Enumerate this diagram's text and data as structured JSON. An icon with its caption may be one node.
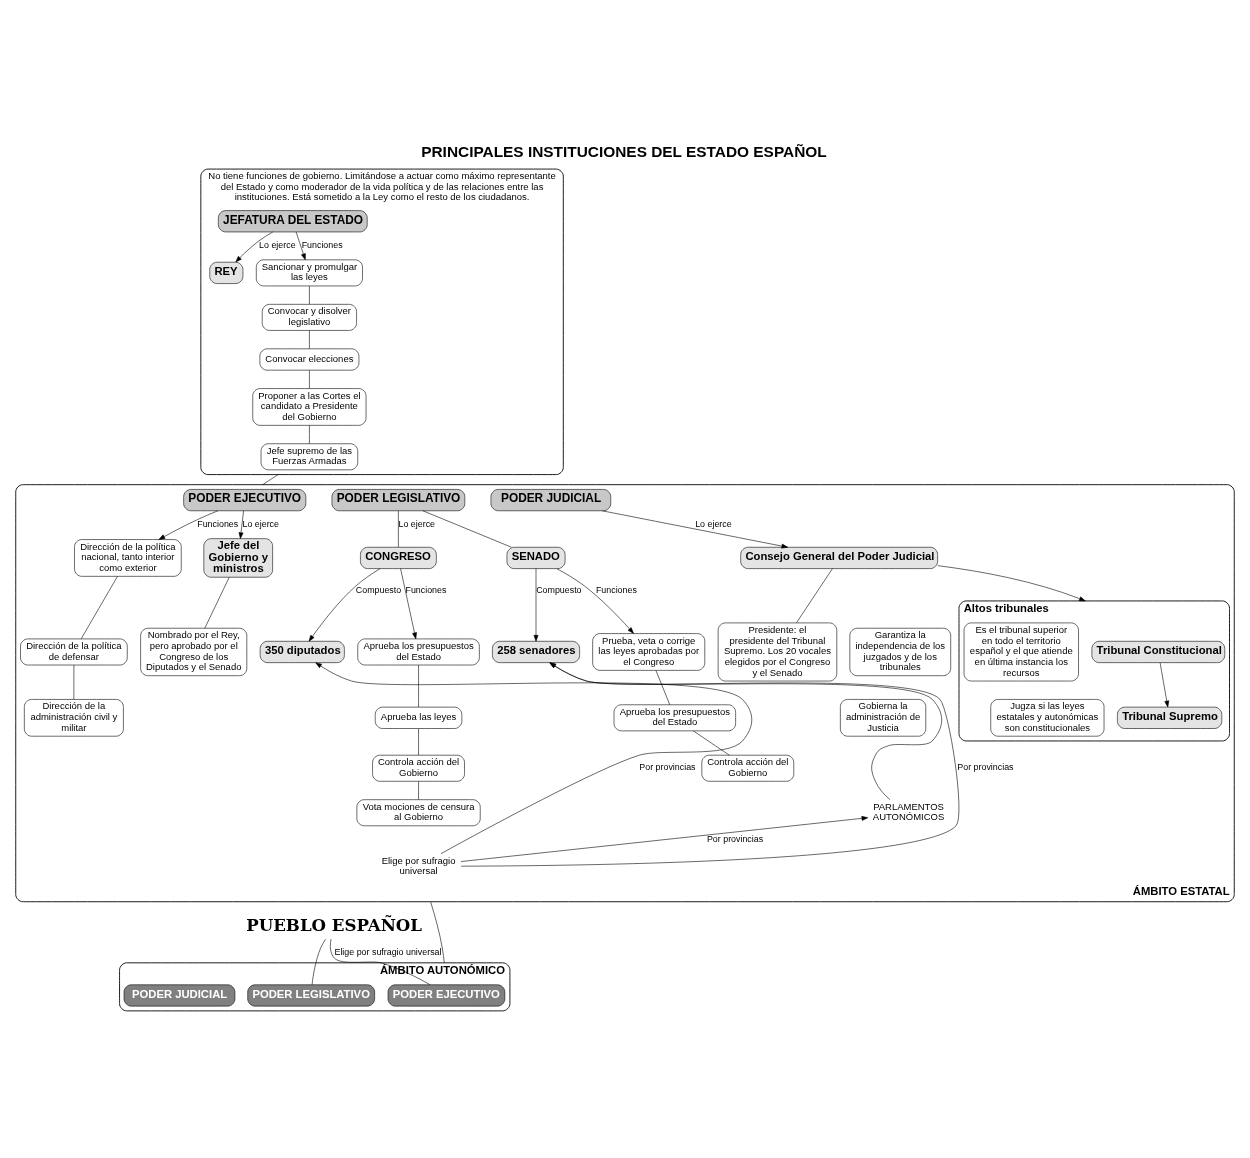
{
  "diagram": {
    "title": "PRINCIPALES INSTITUCIONES DEL ESTADO ESPAÑOL",
    "nodes": [
      {
        "text": [
          "No tiene funciones de gobierno. Limitándose a actuar como máximo representante del Estado y como moderador de la vida política y de las relaciones entre las instituciones. Está sometido a la Ley como el resto de los ciudadanos."
        ]
      },
      {
        "text": [
          "JEFATURA DEL ESTADO"
        ],
        "in": 0
      },
      {
        "text": [
          "REY"
        ],
        "in": 0
      },
      {
        "text": [
          "Sancionar y promulgar las leyes"
        ],
        "in": 0
      },
      {
        "text": [
          "Convocar y disolver legislativo"
        ],
        "in": 0
      },
      {
        "text": [
          "Convocar elecciones"
        ],
        "in": 0
      },
      {
        "text": [
          "Proponer a las Cortes el candidato a Presidente del Gobierno"
        ],
        "in": 0
      },
      {
        "text": [
          "Jefe supremo de las Fuerzas Armadas"
        ],
        "in": 0
      },
      {
        "text": [
          "ÁMBITO ESTATAL"
        ]
      },
      {
        "text": [
          "PODER EJECUTIVO"
        ],
        "in": 8
      },
      {
        "text": [
          "Dirección de la política nacional, tanto interior como exterior"
        ],
        "in": 8
      },
      {
        "text": [
          "Dirección de la política de defensar"
        ],
        "in": 8
      },
      {
        "text": [
          "Dirección de la administración civil y militar"
        ],
        "in": 8
      },
      {
        "text": [
          "Jefe del Gobierno y ministros"
        ],
        "in": 8
      },
      {
        "text": [
          "Nombrado por el Rey, pero aprobado por el Congreso de los Diputados y el Senado"
        ],
        "in": 8
      },
      {
        "text": [
          "PODER LEGISLATIVO"
        ],
        "in": 8
      },
      {
        "text": [
          "CONGRESO"
        ],
        "in": 8
      },
      {
        "text": [
          "SENADO"
        ],
        "in": 8
      },
      {
        "text": [
          "350 diputados"
        ],
        "in": 8
      },
      {
        "text": [
          "Aprueba los presupuestos del Estado"
        ],
        "in": 8
      },
      {
        "text": [
          "Aprueba las leyes"
        ],
        "in": 8
      },
      {
        "text": [
          "Controla acción del Gobierno"
        ],
        "in": 8
      },
      {
        "text": [
          "Vota mociones de censura al Gobierno"
        ],
        "in": 8
      },
      {
        "text": [
          "258 senadores"
        ],
        "in": 8
      },
      {
        "text": [
          "Prueba, veta o corrige las leyes aprobadas por el Congreso"
        ],
        "in": 8
      },
      {
        "text": [
          "Aprueba los presupuestos del Estado"
        ],
        "in": 8
      },
      {
        "text": [
          "Controla acción del Gobierno"
        ],
        "in": 8
      },
      {
        "text": [
          "PODER JUDICIAL"
        ],
        "in": 8
      },
      {
        "text": [
          "Consejo General del Poder Judicial"
        ],
        "in": 8
      },
      {
        "text": [
          "Presidente: el presidente del Tribunal Supremo. Los 20 vocales elegidos por el Congreso y el Senado"
        ],
        "in": 8
      },
      {
        "text": [
          "Garantiza la independencia de los juzgados y de los tribunales"
        ],
        "in": 8
      },
      {
        "text": [
          "Gobierna la administración de Justicia"
        ],
        "in": 8
      },
      {
        "text": [
          "Altos tribunales"
        ],
        "in": 8
      },
      {
        "text": [
          "Tribunal Constitucional"
        ],
        "in": 32
      },
      {
        "text": [
          "Jugza si las leyes estatales y autonómicas son constitucionales"
        ],
        "in": 32
      },
      {
        "text": [
          "Tribunal Supremo"
        ],
        "in": 32
      },
      {
        "text": [
          "Es el tribunal superior en todo el territorio español y el que atiende en última instancia los recursos"
        ],
        "in": 32
      },
      {
        "text": [
          "PARLAMENTOS AUTONÓMICOS"
        ],
        "in": 8
      },
      {
        "text": [
          "Elige por sufragio universal"
        ],
        "in": 8
      },
      {
        "text": [
          "PUEBLO ESPAÑOL"
        ]
      },
      {
        "text": [
          "ÁMBITO AUTONÓMICO"
        ]
      },
      {
        "text": [
          "PODER EJECUTIVO"
        ],
        "in": 40
      },
      {
        "text": [
          "PODER LEGISLATIVO"
        ],
        "in": 40
      },
      {
        "text": [
          "PODER JUDICIAL"
        ],
        "in": 40
      }
    ],
    "edges": [
      {
        "from": 1,
        "to": 2,
        "arrow": "to",
        "label": "Lo ejerce"
      },
      {
        "from": 1,
        "to": 3,
        "arrow": "to",
        "label": "Funciones"
      },
      {
        "from": 3,
        "to": 4,
        "arrow": "none"
      },
      {
        "from": 4,
        "to": 5,
        "arrow": "none"
      },
      {
        "from": 5,
        "to": 6,
        "arrow": "none"
      },
      {
        "from": 6,
        "to": 7,
        "arrow": "none"
      },
      {
        "from": 9,
        "to": 10,
        "arrow": "to",
        "label": "Funciones"
      },
      {
        "from": 10,
        "to": 11,
        "arrow": "none"
      },
      {
        "from": 11,
        "to": 12,
        "arrow": "none"
      },
      {
        "from": 9,
        "to": 13,
        "arrow": "to",
        "label": "Lo ejerce"
      },
      {
        "from": 13,
        "to": 14,
        "arrow": "none"
      },
      {
        "from": 15,
        "to": 16,
        "arrow": "none",
        "label": "Lo ejerce"
      },
      {
        "from": 15,
        "to": 17,
        "arrow": "none"
      },
      {
        "from": 16,
        "to": 18,
        "arrow": "to",
        "label": "Compuesto"
      },
      {
        "from": 16,
        "to": 19,
        "arrow": "to",
        "label": "Funciones"
      },
      {
        "from": 19,
        "to": 20,
        "arrow": "none"
      },
      {
        "from": 20,
        "to": 21,
        "arrow": "none"
      },
      {
        "from": 21,
        "to": 22,
        "arrow": "none"
      },
      {
        "from": 17,
        "to": 23,
        "arrow": "to",
        "label": "Compuesto"
      },
      {
        "from": 17,
        "to": 24,
        "arrow": "to",
        "label": "Funciones"
      },
      {
        "from": 24,
        "to": 25,
        "arrow": "none"
      },
      {
        "from": 25,
        "to": 26,
        "arrow": "none"
      },
      {
        "from": 27,
        "to": 28,
        "arrow": "to",
        "label": "Lo ejerce"
      },
      {
        "from": 28,
        "to": 29,
        "arrow": "none"
      },
      {
        "from": 28,
        "to": 32,
        "arrow": "to"
      },
      {
        "from": 33,
        "to": 35,
        "arrow": "to"
      },
      {
        "from": 38,
        "to": 18,
        "arrow": "to",
        "label": "Por provincias"
      },
      {
        "from": 38,
        "to": 23,
        "arrow": "to",
        "label": "Por provincias"
      },
      {
        "from": 38,
        "to": 37,
        "arrow": "to",
        "label": "Por provincias"
      },
      {
        "from": 37,
        "to": 23,
        "arrow": "to"
      },
      {
        "from": 39,
        "to": 41,
        "arrow": "none",
        "label": "Elige por sufragio universal"
      },
      {
        "from": 39,
        "to": 42,
        "arrow": "none"
      },
      {
        "from": 0,
        "to": 8,
        "arrow": "none"
      },
      {
        "from": 8,
        "to": 40,
        "arrow": "none"
      }
    ]
  }
}
